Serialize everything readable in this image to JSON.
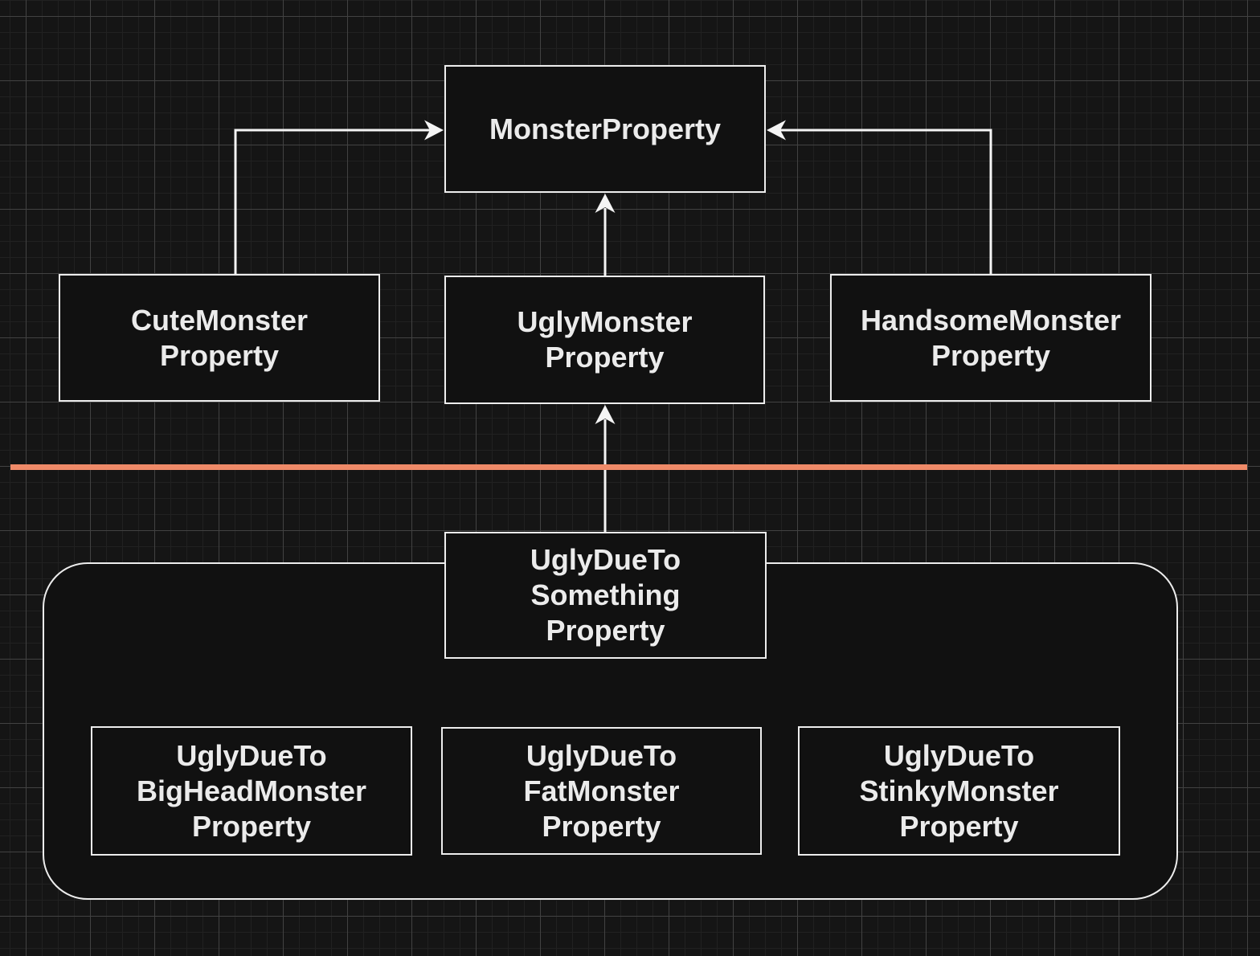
{
  "canvas": {
    "background_color": "#151515",
    "grid_minor_color": "#212121",
    "grid_major_color": "#424242",
    "node_fill_color": "#111111",
    "node_border_color": "#ededed",
    "edge_color": "#f4f4f4",
    "text_color": "#ebebeb",
    "divider_color": "#ef8a68"
  },
  "nodes": {
    "monster": {
      "lines": [
        "MonsterProperty"
      ]
    },
    "cute": {
      "lines": [
        "CuteMonster",
        "Property"
      ]
    },
    "ugly": {
      "lines": [
        "UglyMonster",
        "Property"
      ]
    },
    "handsome": {
      "lines": [
        "HandsomeMonster",
        "Property"
      ]
    },
    "something": {
      "lines": [
        "UglyDueTo",
        "Something",
        "Property"
      ]
    },
    "bighead": {
      "lines": [
        "UglyDueTo",
        "BigHeadMonster",
        "Property"
      ]
    },
    "fat": {
      "lines": [
        "UglyDueTo",
        "FatMonster",
        "Property"
      ]
    },
    "stinky": {
      "lines": [
        "UglyDueTo",
        "StinkyMonster",
        "Property"
      ]
    }
  },
  "edges": [
    {
      "from": "CuteMonsterProperty",
      "to": "MonsterProperty"
    },
    {
      "from": "UglyMonsterProperty",
      "to": "MonsterProperty"
    },
    {
      "from": "HandsomeMonsterProperty",
      "to": "MonsterProperty"
    },
    {
      "from": "UglyDueToSomethingProperty",
      "to": "UglyMonsterProperty"
    }
  ]
}
